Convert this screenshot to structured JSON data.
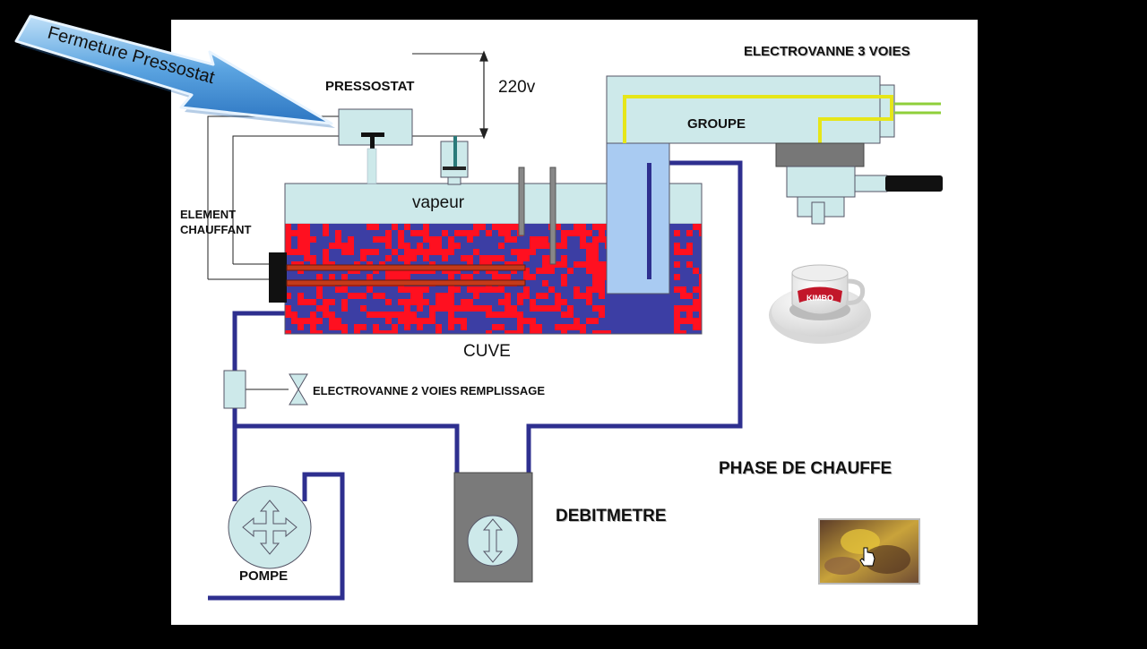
{
  "callout": {
    "text": "Fermeture Pressostat"
  },
  "labels": {
    "pressostat": "PRESSOSTAT",
    "voltage": "220v",
    "electrovanne3": "ELECTROVANNE 3 VOIES",
    "groupe": "GROUPE",
    "element_line1": "ELEMENT",
    "element_line2": "CHAUFFANT",
    "vapeur": "vapeur",
    "cuve": "CUVE",
    "electrovanne2": "ELECTROVANNE 2 VOIES REMPLISSAGE",
    "phase": "PHASE DE CHAUFFE",
    "debitmetre": "DEBITMETRE",
    "pompe": "POMPE",
    "cup_brand": "KIMBO"
  },
  "colors": {
    "slide_bg": "#ffffff",
    "outer_bg": "#000000",
    "water_blue": "#3c3ea4",
    "water_red": "#ff1020",
    "light_cyan": "#cde9ea",
    "pipe_blue": "#2e2f8f",
    "yellow_wire": "#e6e619",
    "green_wire": "#8fcf3a",
    "callout_blue": "#3f8fd6"
  }
}
